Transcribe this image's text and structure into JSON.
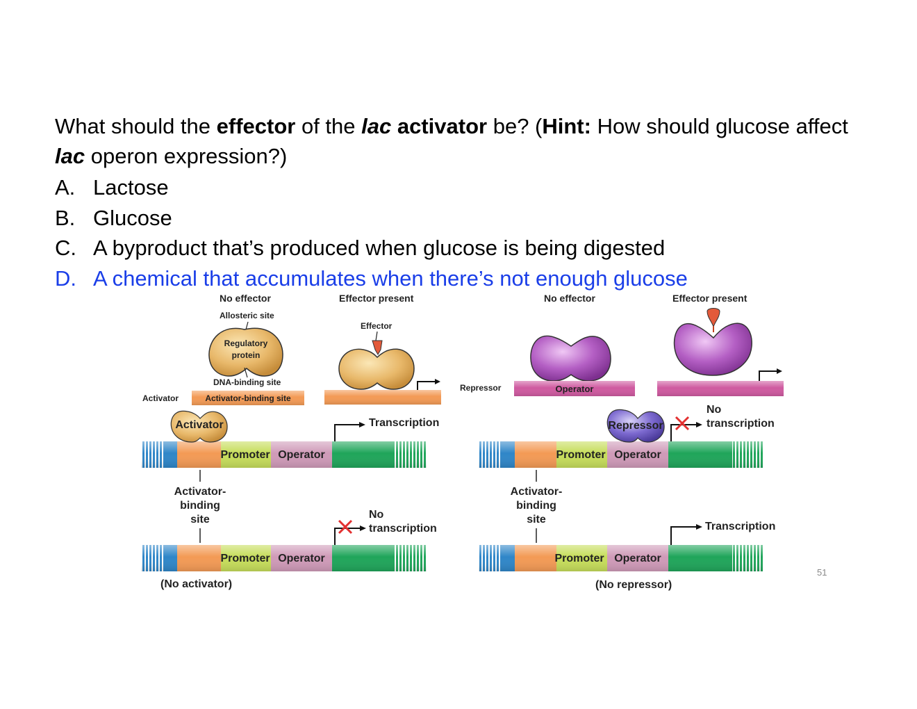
{
  "question": {
    "p1": "What should the ",
    "b1": "effector",
    "p2": " of the ",
    "i1": "lac",
    "b2": " activator",
    "p3": " be? (",
    "b3": "Hint:",
    "p4": " How should glucose affect ",
    "i2": "lac",
    "p5": " operon expression?)"
  },
  "options": [
    {
      "letter": "A.",
      "text": "Lactose"
    },
    {
      "letter": "B.",
      "text": "Glucose"
    },
    {
      "letter": "C.",
      "text": "A byproduct that’s produced when glucose is being digested"
    },
    {
      "letter": "D.",
      "text": "A chemical that accumulates when there’s not enough glucose",
      "correct": true
    }
  ],
  "diagram": {
    "left_top": {
      "no_effector": "No effector",
      "effector_present": "Effector present",
      "allosteric_site": "Allosteric site",
      "regulatory_protein_1": "Regulatory",
      "regulatory_protein_2": "protein",
      "dna_binding_site": "DNA-binding site",
      "activator": "Activator",
      "activator_binding_site": "Activator-binding site",
      "effector": "Effector"
    },
    "right_top": {
      "no_effector": "No effector",
      "effector_present": "Effector present",
      "repressor": "Repressor",
      "operator": "Operator"
    },
    "left_gene": {
      "activator_blob": "Activator",
      "transcription": "Transcription",
      "promoter": "Promoter",
      "operator": "Operator",
      "site_1": "Activator-",
      "site_2": "binding",
      "site_3": "site",
      "no": "No",
      "no_transcription": "transcription",
      "no_activator": "(No activator)"
    },
    "right_gene": {
      "repressor_blob": "Repressor",
      "no": "No",
      "no_transcription": "transcription",
      "promoter": "Promoter",
      "operator": "Operator",
      "site_1": "Activator-",
      "site_2": "binding",
      "site_3": "site",
      "transcription": "Transcription",
      "no_repressor": "(No repressor)"
    },
    "colors": {
      "activator": "#e8b86a",
      "repressor_top": "#b45fc4",
      "repressor_gene": "#7d6ad0",
      "binding_site": "#f39a55",
      "promoter": "#c6dd5a",
      "operator": "#cf9ab8",
      "gene": "#1fa55a",
      "left_end": "#2f86c8",
      "no_sign": "#e33030"
    }
  },
  "page_number": "51"
}
